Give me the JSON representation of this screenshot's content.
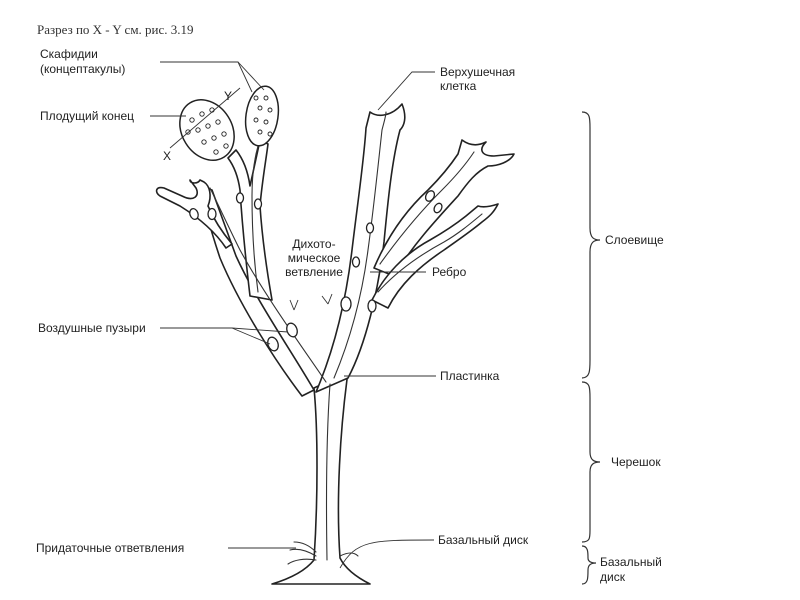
{
  "figure": {
    "note": "Разрез по X - Y см. рис. 3.19",
    "axis_x": "X",
    "axis_y": "Y"
  },
  "labels": {
    "scaphidia_1": "Скафидии",
    "scaphidia_2": "(концептакулы)",
    "fertile_end": "Плодущий конец",
    "apical_cell_1": "Верхушечная",
    "apical_cell_2": "клетка",
    "dichotomous_1": "Дихото-",
    "dichotomous_2": "мическое",
    "dichotomous_3": "ветвление",
    "midrib": "Ребро",
    "air_bladders": "Воздушные пузыри",
    "blade": "Пластинка",
    "adventitious_branches": "Придаточные ответвления",
    "basal_disc_label": "Базальный диск"
  },
  "regions": {
    "thallus": "Слоевище",
    "stipe": "Черешок",
    "basal_disc_1": "Базальный",
    "basal_disc_2": "диск"
  }
}
